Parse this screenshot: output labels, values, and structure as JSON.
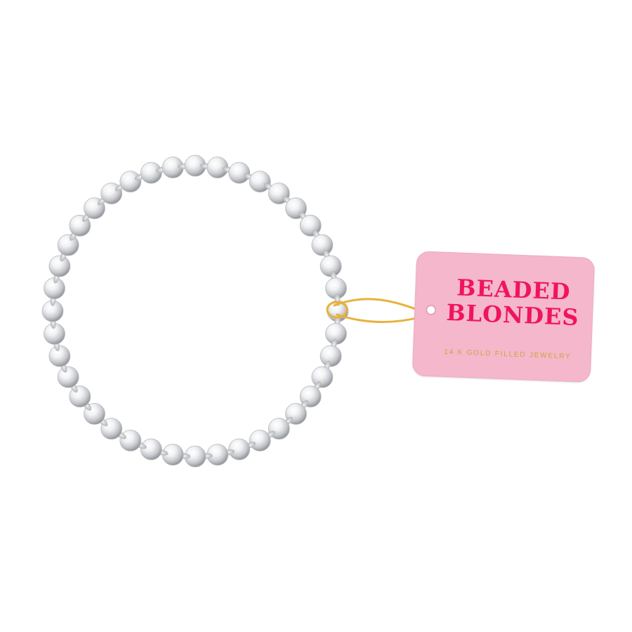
{
  "product": {
    "description_icon": "silver-bead-bracelet",
    "bead_color": "#d9dadc",
    "ring_color": "#e8b23a"
  },
  "tag": {
    "brand_line_1": "BEADED",
    "brand_line_2": "BLONDES",
    "subtitle": "14 K GOLD FILLED JEWELRY",
    "background_color": "#f4b7cb",
    "brand_color": "#f0145e",
    "subtitle_color": "#d4a23a"
  }
}
